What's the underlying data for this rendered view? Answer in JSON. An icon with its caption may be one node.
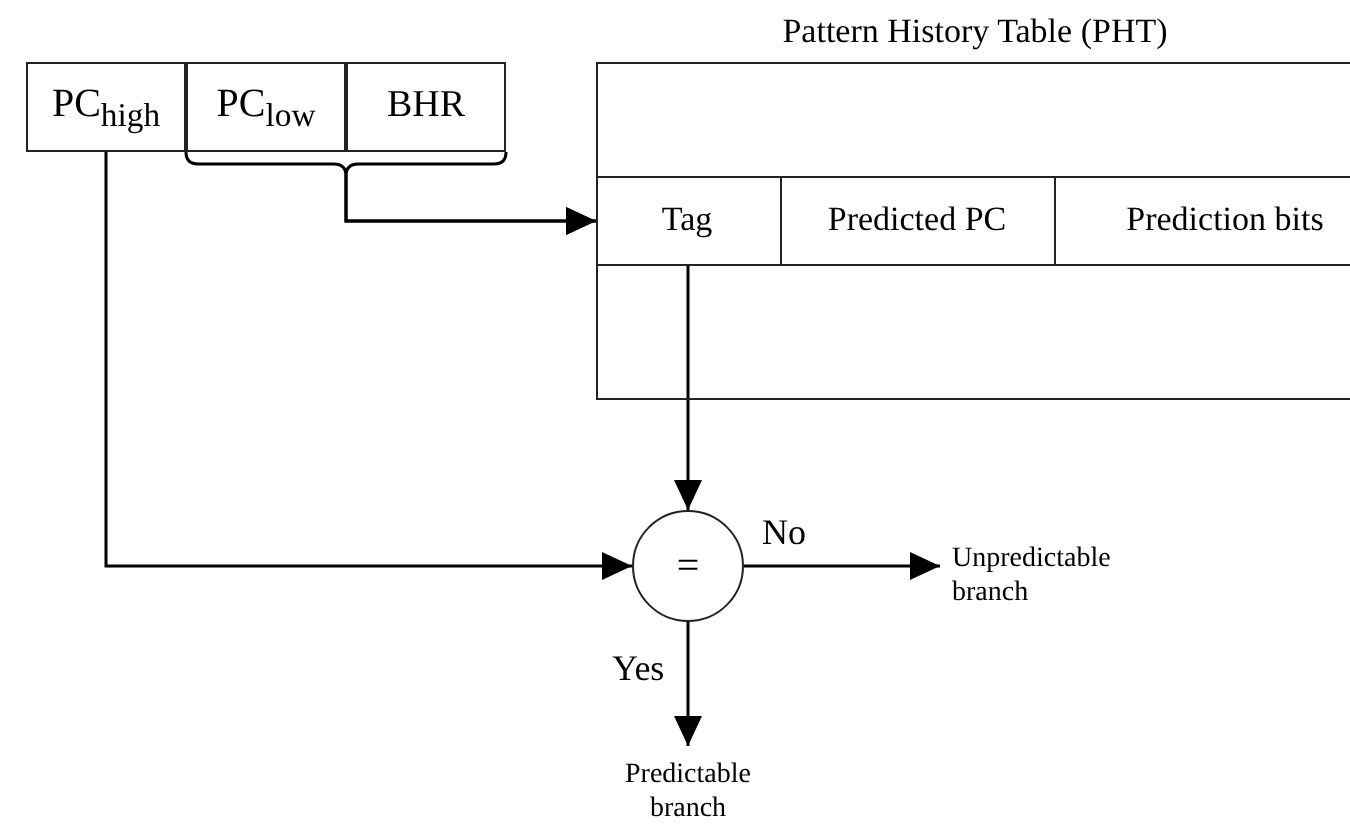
{
  "diagram": {
    "nodes": [
      {
        "text": [
          "PC$_{high}$"
        ]
      },
      {
        "text": [
          "PC$_{low}$"
        ]
      },
      {
        "text": [
          "BHR"
        ]
      },
      {
        "text": [
          "Pattern History Table (PHT)"
        ]
      },
      {
        "text": [
          "Tag"
        ],
        "in": 3
      },
      {
        "text": [
          "Predicted PC"
        ],
        "in": 3
      },
      {
        "text": [
          "Prediction bits"
        ],
        "in": 3
      },
      {
        "text": [
          "="
        ]
      },
      {
        "text": [
          "Unpredictable branch"
        ]
      },
      {
        "text": [
          "Predictable branch"
        ]
      }
    ],
    "edges": [
      {
        "from": 0,
        "to": 7,
        "arrow": "to"
      },
      {
        "from": 1,
        "to": 4,
        "arrow": "to"
      },
      {
        "from": 2,
        "to": 4,
        "arrow": "to"
      },
      {
        "from": 4,
        "to": 7,
        "arrow": "to"
      },
      {
        "from": 7,
        "to": 8,
        "arrow": "to",
        "label": "No"
      },
      {
        "from": 7,
        "to": 9,
        "arrow": "to",
        "label": "Yes"
      }
    ]
  }
}
